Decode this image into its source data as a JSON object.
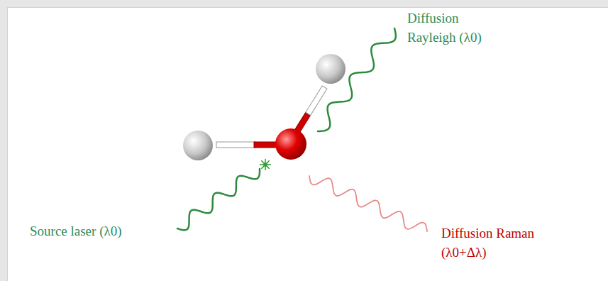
{
  "diagram": {
    "labels": [
      "Diffusion Rayleigh (λ0)",
      "Source laser (λ0)",
      "Diffusion Raman (λ0+Δλ)"
    ]
  }
}
